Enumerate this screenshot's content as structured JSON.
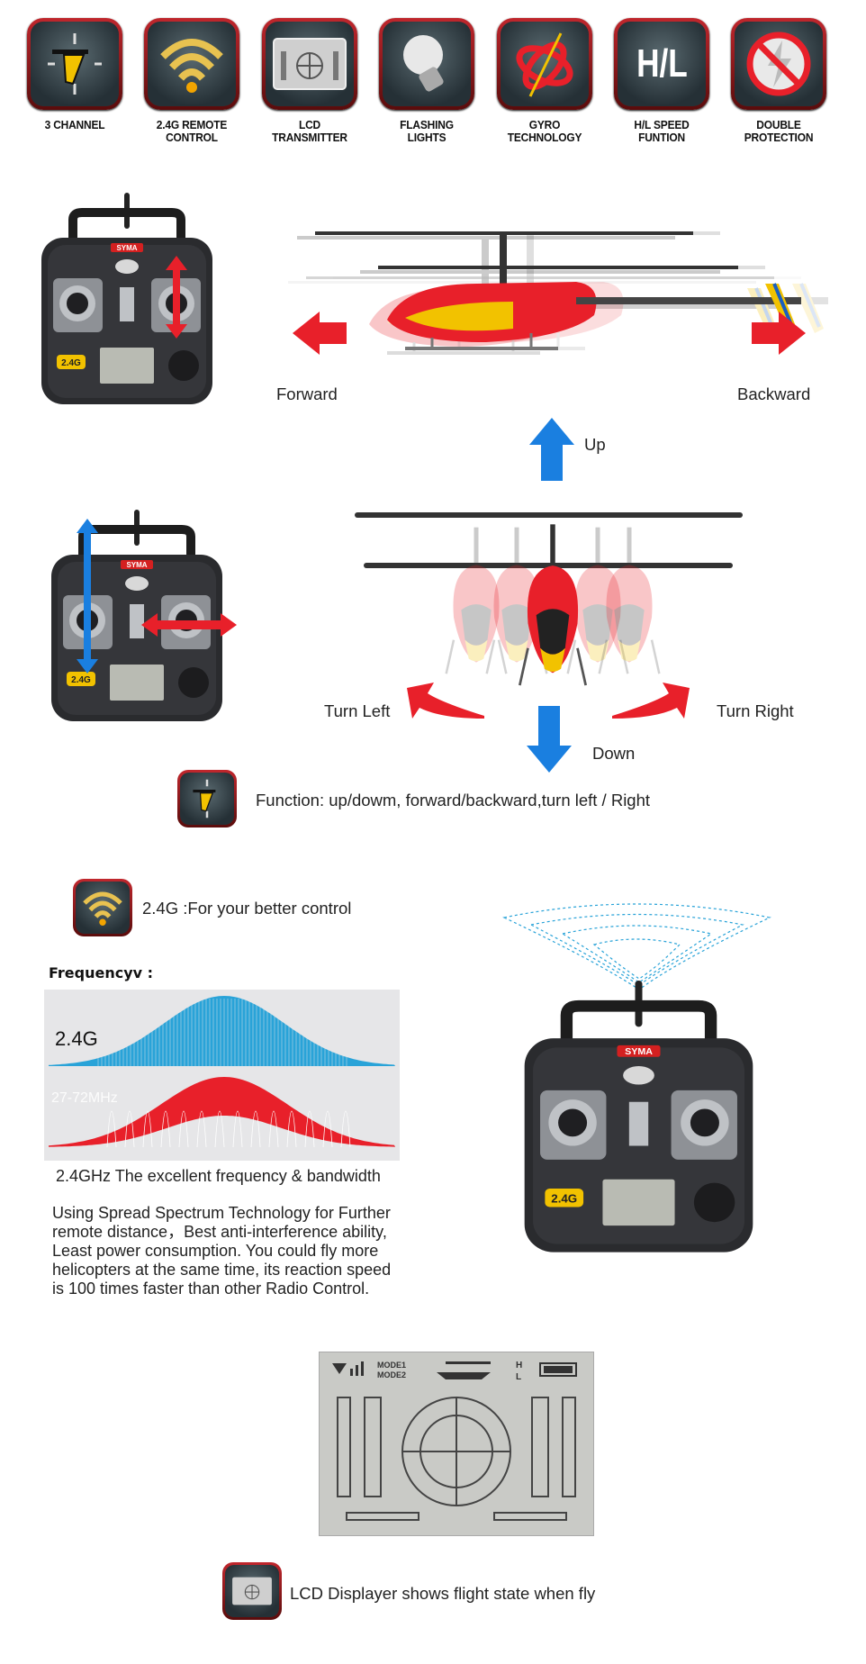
{
  "features": [
    {
      "label1": "3 CHANNEL",
      "label2": "",
      "icon": "helicopter-icon"
    },
    {
      "label1": "2.4G REMOTE",
      "label2": "CONTROL",
      "icon": "wifi-signal-icon"
    },
    {
      "label1": "LCD",
      "label2": "TRANSMITTER",
      "icon": "lcd-screen-icon"
    },
    {
      "label1": "FLASHING",
      "label2": "LIGHTS",
      "icon": "light-bulb-icon"
    },
    {
      "label1": "GYRO",
      "label2": "TECHNOLOGY",
      "icon": "gyro-icon"
    },
    {
      "label1": "H/L SPEED",
      "label2": "FUNTION",
      "icon": "hl-speed-icon"
    },
    {
      "label1": "DOUBLE",
      "label2": "PROTECTION",
      "icon": "no-shock-icon"
    }
  ],
  "hl_icon_text": "H/L",
  "remote_brand": "SYMA",
  "remote_badge": "2.4G",
  "directions": {
    "forward": "Forward",
    "backward": "Backward",
    "up": "Up",
    "down": "Down",
    "turn_left": "Turn Left",
    "turn_right": "Turn Right"
  },
  "function_text": "Function: up/dowm, forward/backward,turn left / Right",
  "control_text": "2.4G :For your better control",
  "frequency": {
    "title": "Frequencyv :",
    "label_24g": "2.4G",
    "label_mhz": "27-72MHz",
    "caption": "2.4GHz  The excellent frequency & bandwidth",
    "description": "Using Spread Spectrum Technology for Further\nremote distance，Best anti-interference ability,\nLeast power consumption. You could fly more\nhelicopters at the same time, its reaction speed\nis 100 times faster than other Radio Control."
  },
  "lcd": {
    "mode1": "MODE1",
    "mode2": "MODE2",
    "h": "H",
    "l": "L"
  },
  "lcd_text": "LCD Displayer shows flight state when fly",
  "colors": {
    "red": "#e8202a",
    "blue": "#1a7fe0",
    "yellow": "#f2c200",
    "cyan": "#29a3d8"
  }
}
